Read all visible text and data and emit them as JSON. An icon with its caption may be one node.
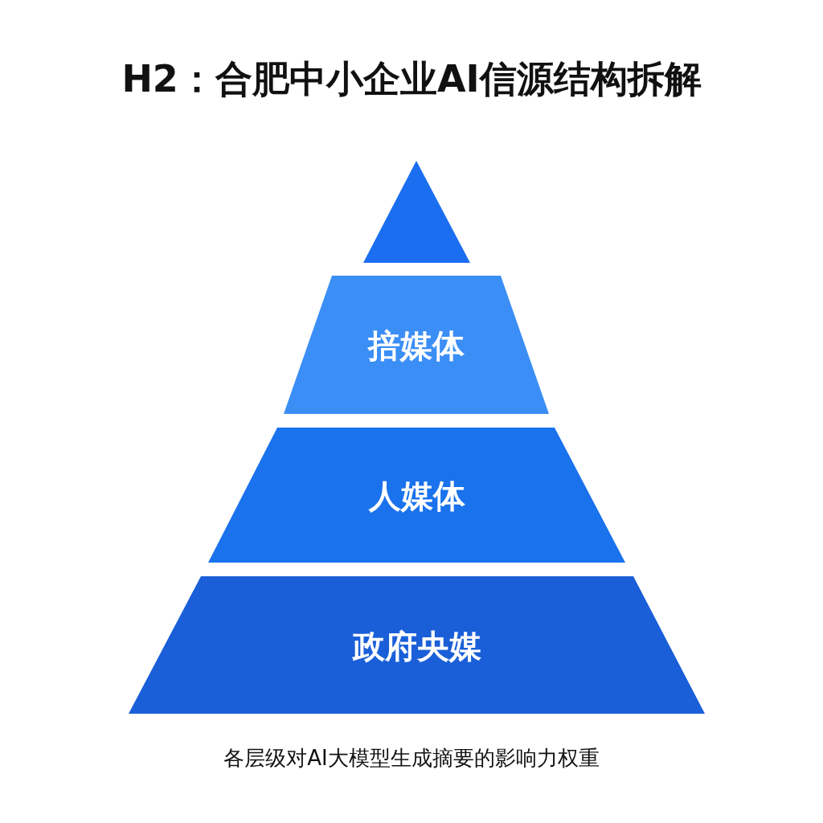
{
  "diagram": {
    "title": "H2：合肥中小企业AI信源结构拆解",
    "nodes": [
      {
        "text": [],
        "shape": "triangle"
      },
      {
        "text": [
          "掊媒体"
        ]
      },
      {
        "text": [
          "人媒体"
        ]
      },
      {
        "text": [
          "政府央媒"
        ]
      }
    ],
    "caption": "各层级对AI大模型生成摘要的影响力权重"
  }
}
